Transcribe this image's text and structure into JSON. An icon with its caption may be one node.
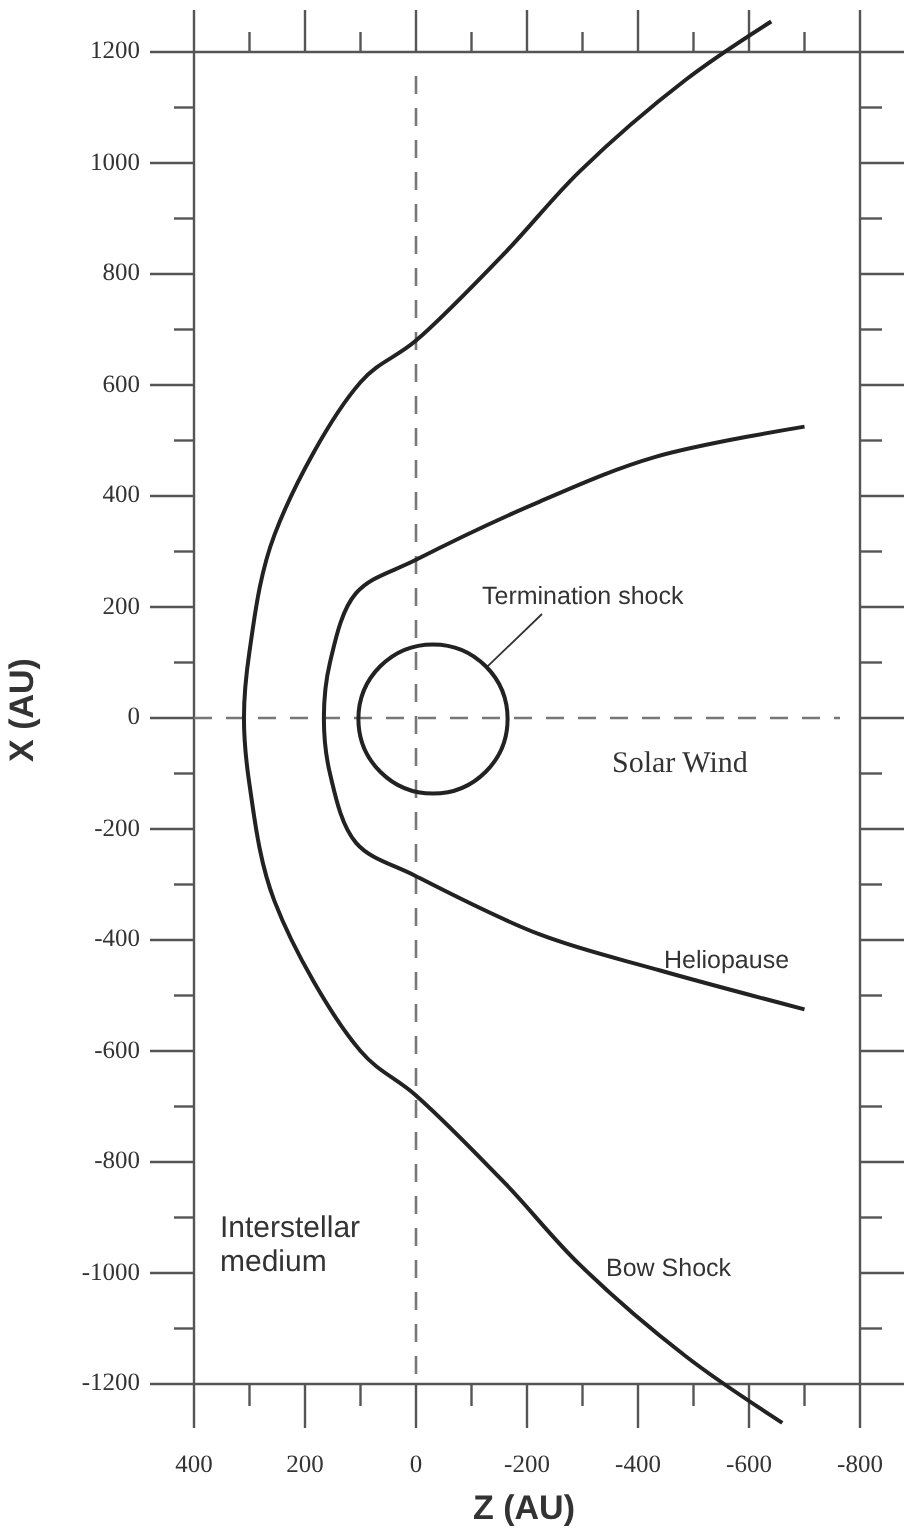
{
  "diagram": {
    "nodes": [
      {
        "text": [
          "Termination shock"
        ]
      },
      {
        "text": [],
        "shape": "circle"
      }
    ],
    "edges": [
      {
        "from": 0,
        "to": 1,
        "arrow": "none"
      }
    ],
    "labels": [
      "1200",
      "1000",
      "800",
      "600",
      "400",
      "200",
      "0",
      "-200",
      "-400",
      "-600",
      "-800",
      "-1000",
      "-1200",
      "X (AU)",
      "Solar Wind",
      "Heliopause",
      "Interstellar medium",
      "Bow Shock",
      "400",
      "200",
      "0",
      "-200",
      "-400",
      "-600",
      "-800",
      "Z (AU)"
    ]
  }
}
